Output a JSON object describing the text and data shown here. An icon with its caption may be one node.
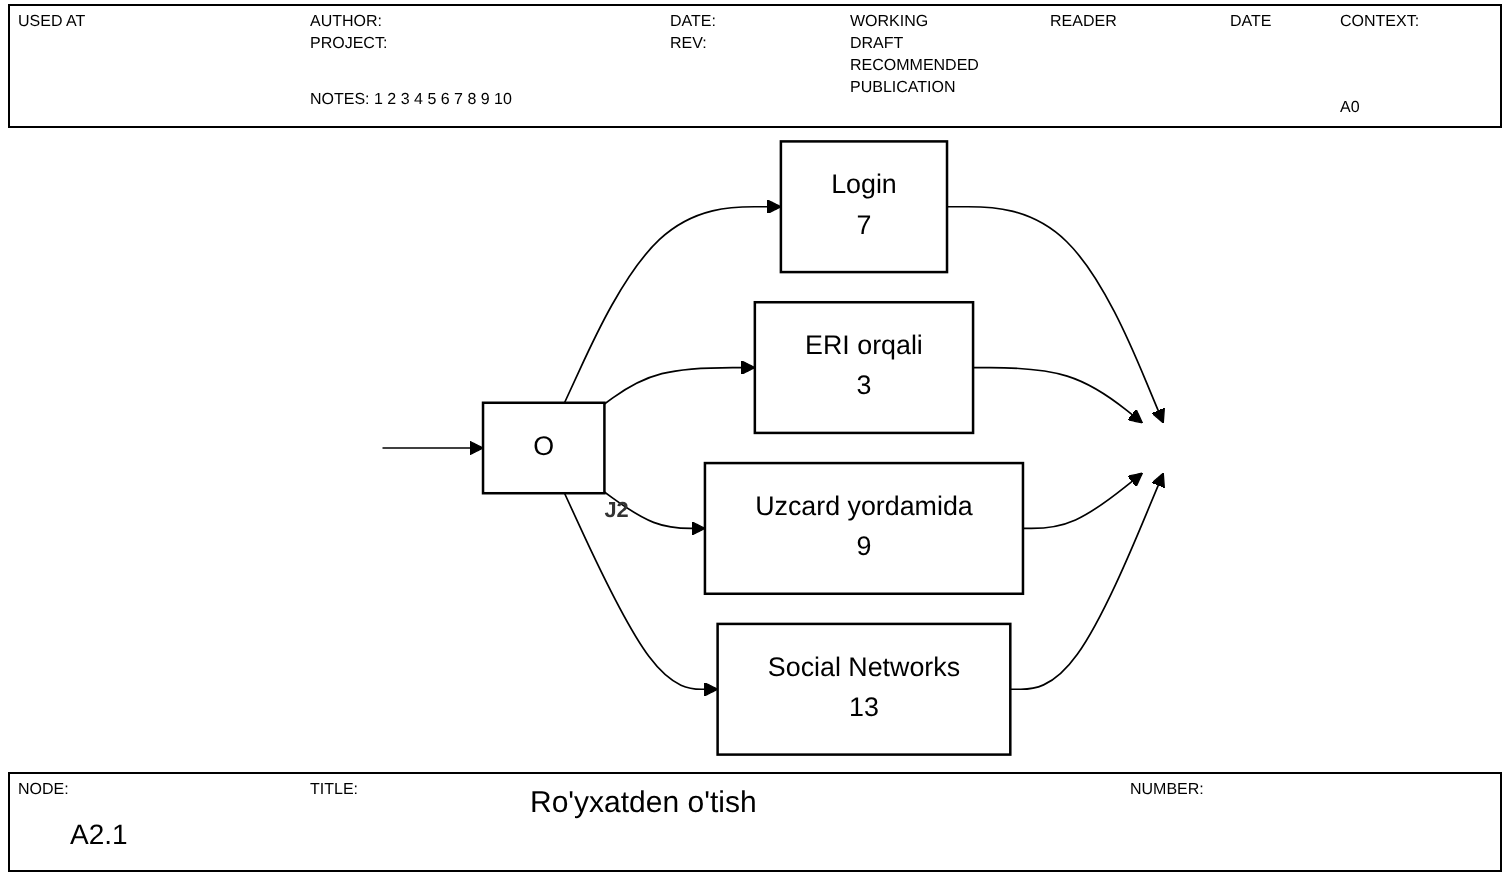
{
  "diagram": {
    "title": "Ro'yxatden o'tish",
    "nodes": [
      {
        "text": [
          "O"
        ],
        "beside": [
          "J2"
        ]
      },
      {
        "text": [
          "Login",
          "7"
        ]
      },
      {
        "text": [
          "ERI orqali",
          "3"
        ]
      },
      {
        "text": [
          "Uzcard yordamida",
          "9"
        ]
      },
      {
        "text": [
          "Social Networks",
          "13"
        ]
      }
    ],
    "edges": [
      {
        "from": null,
        "to": 0,
        "arrow": "to"
      },
      {
        "from": 0,
        "to": 1,
        "arrow": "to"
      },
      {
        "from": 0,
        "to": 2,
        "arrow": "to"
      },
      {
        "from": 0,
        "to": 3,
        "arrow": "to"
      },
      {
        "from": 0,
        "to": 4,
        "arrow": "to"
      },
      {
        "from": 1,
        "to": null,
        "arrow": "to"
      },
      {
        "from": 2,
        "to": null,
        "arrow": "to"
      },
      {
        "from": 3,
        "to": null,
        "arrow": "to"
      },
      {
        "from": 4,
        "to": null,
        "arrow": "to"
      }
    ],
    "labels": [
      "USED AT",
      "AUTHOR:",
      "PROJECT:",
      "DATE:",
      "REV:",
      "WORKING",
      "READER",
      "DATE",
      "CONTEXT:",
      "DRAFT",
      "RECOMMENDED",
      "NOTES: 1 2 3 4 5 6 7 8 9 10",
      "PUBLICATION",
      "A0",
      "NODE:",
      "A2.1",
      "TITLE:",
      "NUMBER:"
    ]
  }
}
